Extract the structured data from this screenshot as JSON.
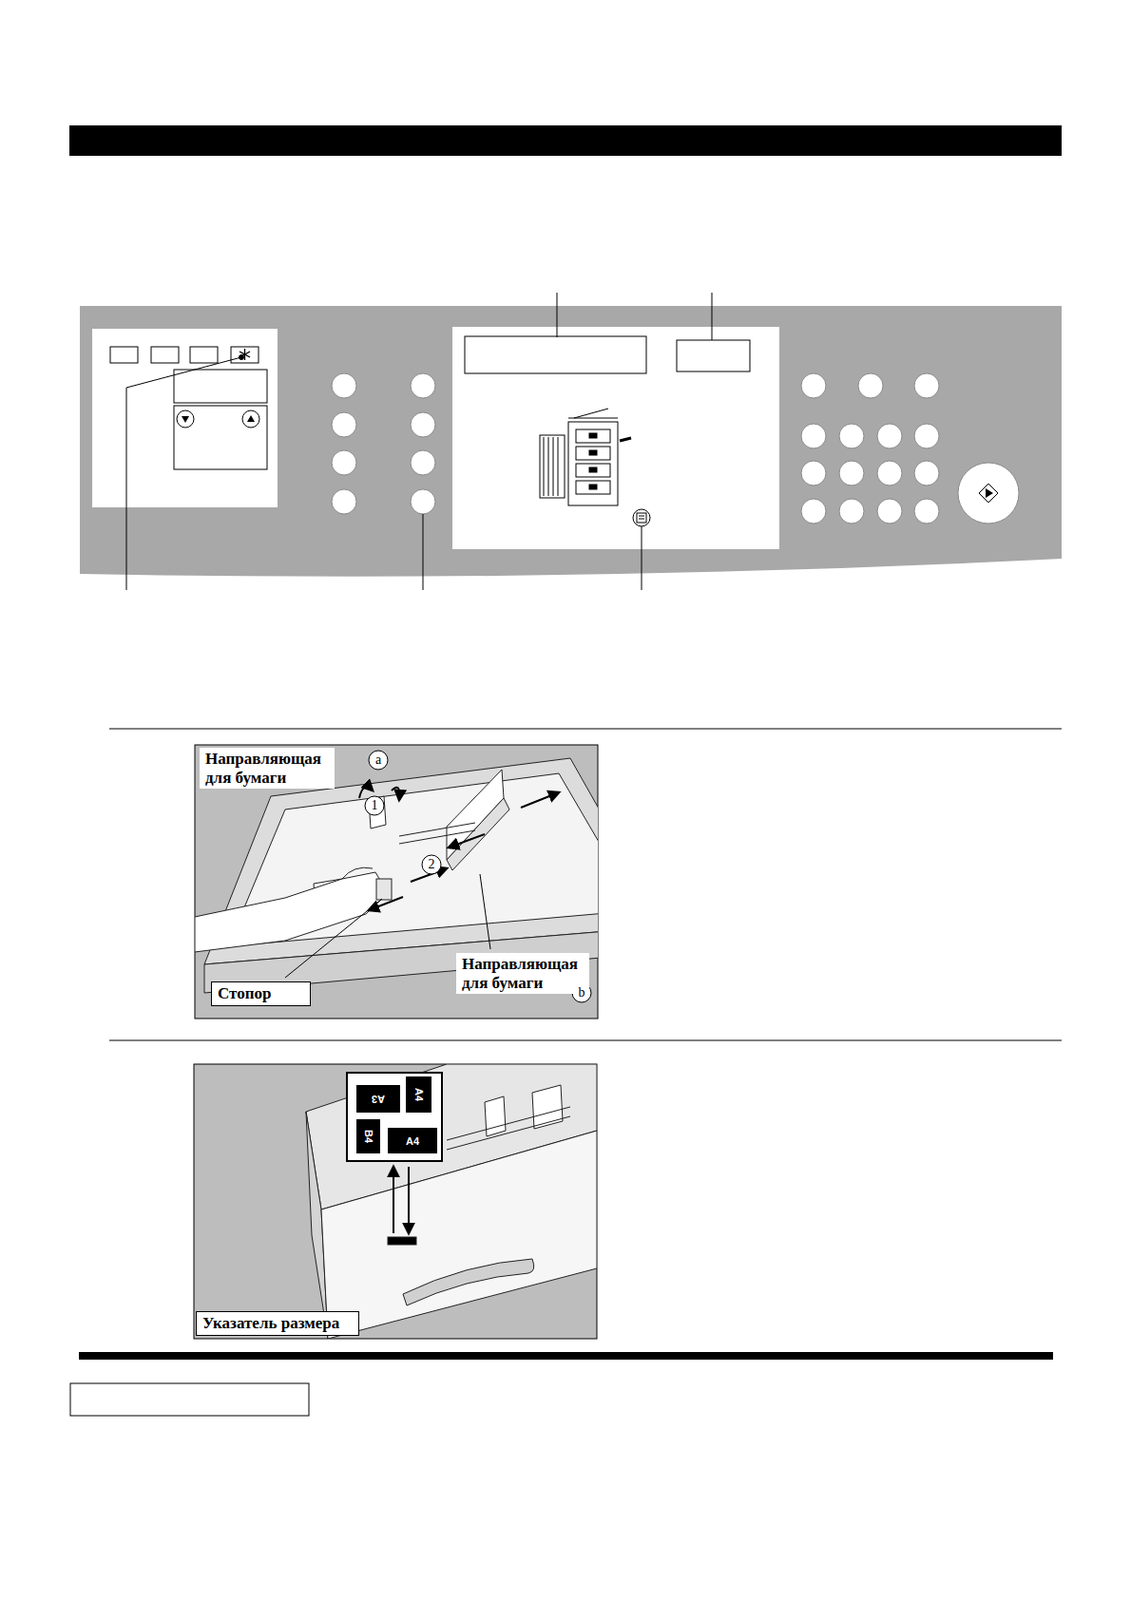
{
  "diagram": {
    "nodes": [
      {
        "text": [
          "Направляющая для бумаги"
        ]
      },
      {
        "text": [
          "Направляющая для бумаги"
        ]
      },
      {
        "text": [
          "Стопор"
        ]
      },
      {
        "text": [
          "Указатель размера"
        ]
      }
    ],
    "labels": [
      "a",
      "1",
      "2",
      "b",
      "A3",
      "A4",
      "B4",
      "A4"
    ]
  }
}
